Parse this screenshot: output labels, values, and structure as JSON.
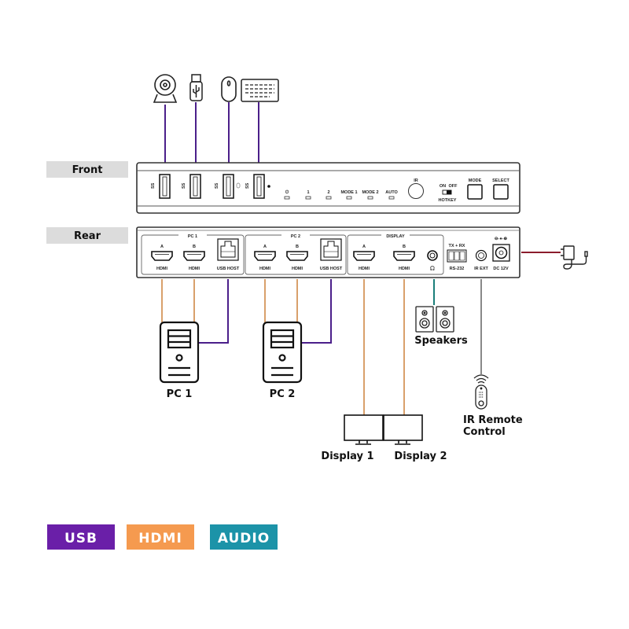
{
  "title": "KVM Switch Connection Diagram",
  "panels": {
    "front_label": "Front",
    "rear_label": "Rear"
  },
  "front_panel": {
    "usb_port_label": "SS",
    "led_labels": [
      "⏻",
      "1",
      "2",
      "MODE 1",
      "MODE 2",
      "AUTO"
    ],
    "ir_label": "IR",
    "hotkey": {
      "on": "ON",
      "off": "OFF",
      "label": "HOTKEY"
    },
    "mode_button": "MODE",
    "select_button": "SELECT"
  },
  "rear_panel": {
    "groups": [
      {
        "title": "PC 1",
        "ports": [
          {
            "top": "A",
            "bottom": "HDMI"
          },
          {
            "top": "B",
            "bottom": "HDMI"
          },
          {
            "top": "",
            "bottom": "USB HOST"
          }
        ]
      },
      {
        "title": "PC 2",
        "ports": [
          {
            "top": "A",
            "bottom": "HDMI"
          },
          {
            "top": "B",
            "bottom": "HDMI"
          },
          {
            "top": "",
            "bottom": "USB HOST"
          }
        ]
      },
      {
        "title": "DISPLAY",
        "ports": [
          {
            "top": "A",
            "bottom": "HDMI"
          },
          {
            "top": "B",
            "bottom": "HDMI"
          },
          {
            "top": "",
            "bottom": "🎧"
          }
        ]
      }
    ],
    "rs232": {
      "top": "TX + RX",
      "bottom": "RS-232"
    },
    "ir_ext": "IR EXT",
    "dc": "DC 12V",
    "dc_polarity": "⊖-●-⊕"
  },
  "devices": {
    "pc1": "PC 1",
    "pc2": "PC 2",
    "speakers": "Speakers",
    "display1": "Display 1",
    "display2": "Display 2",
    "ir_remote_line1": "IR Remote",
    "ir_remote_line2": "Control"
  },
  "peripherals": [
    "webcam-icon",
    "usb-drive-icon",
    "mouse-icon",
    "keyboard-icon"
  ],
  "legend": [
    {
      "label": "USB",
      "color": "#6a1fa8"
    },
    {
      "label": "HDMI",
      "color": "#f59a4f"
    },
    {
      "label": "AUDIO",
      "color": "#1c93a8"
    }
  ],
  "colors": {
    "usb_cable": "#4b1f8a",
    "hdmi_cable": "#d9a06b",
    "audio_cable": "#1b7f7a",
    "ir_cable": "#888888",
    "power_cable": "#8b1c2c",
    "label_bg": "#dcdcdc"
  }
}
